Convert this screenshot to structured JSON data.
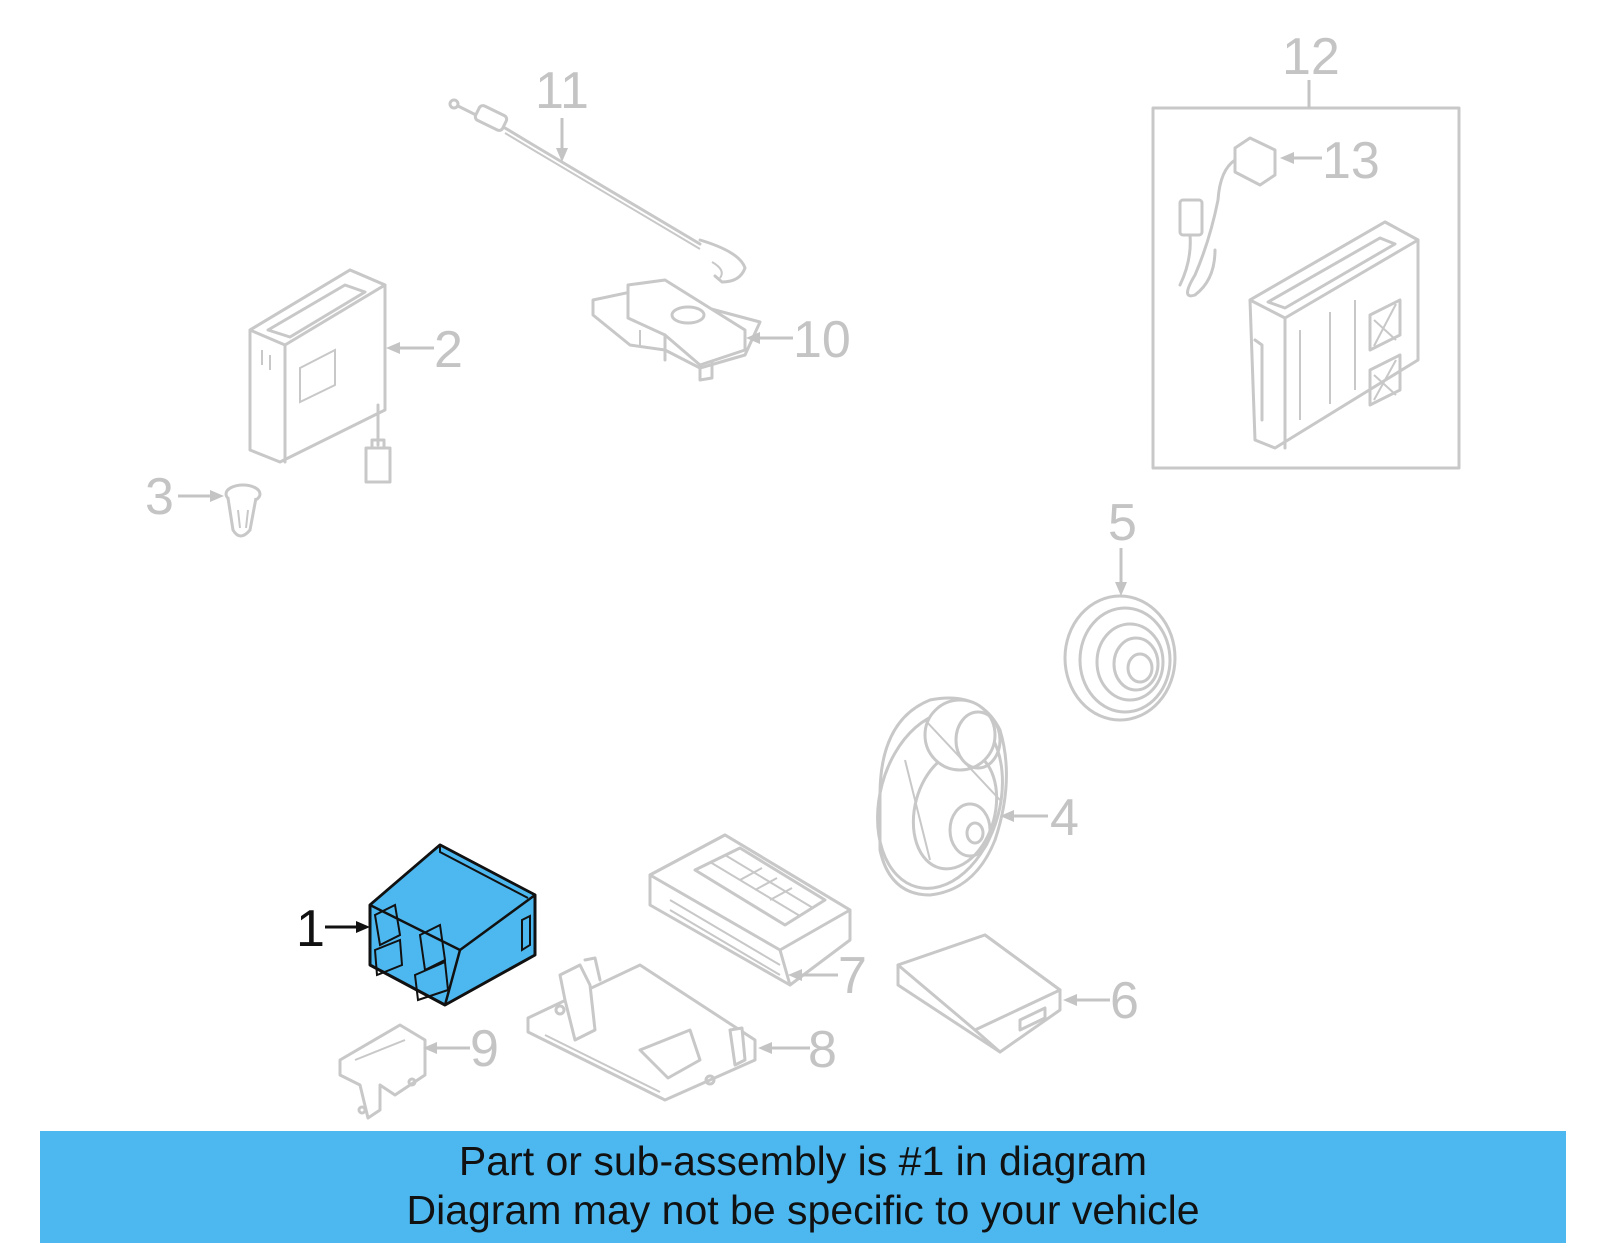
{
  "callouts": {
    "c1": "1",
    "c2": "2",
    "c3": "3",
    "c4": "4",
    "c5": "5",
    "c6": "6",
    "c7": "7",
    "c8": "8",
    "c9": "9",
    "c10": "10",
    "c11": "11",
    "c12": "12",
    "c13": "13"
  },
  "banner": {
    "line1": "Part or sub-assembly is #1 in diagram",
    "line2": "Diagram may not be specific to your vehicle"
  },
  "colors": {
    "highlight": "#4db8f0",
    "outline": "#c8c8c8",
    "text_inactive": "#c4c4c4",
    "text_active": "#111111"
  }
}
